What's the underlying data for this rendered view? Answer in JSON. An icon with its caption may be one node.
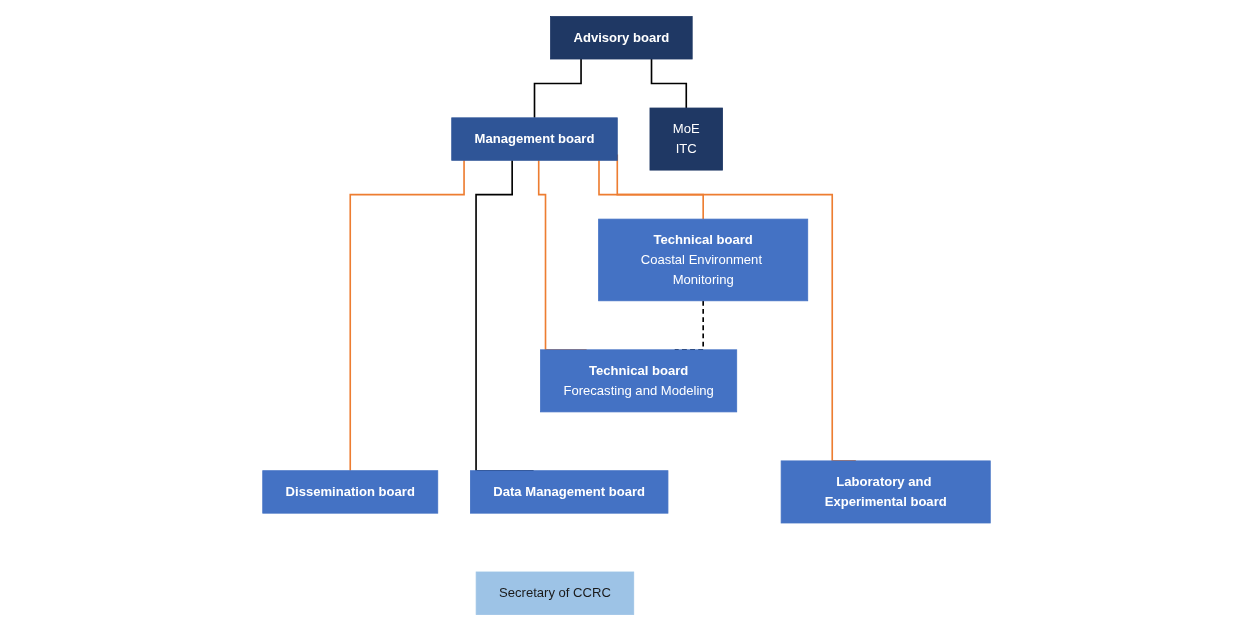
{
  "diagram": {
    "nodes": [
      {
        "text": [
          "Advisory board"
        ]
      },
      {
        "text": [
          "MoE",
          "ITC"
        ]
      },
      {
        "text": [
          "Management board"
        ]
      },
      {
        "text": [
          "Technical board",
          "Coastal Environment Monitoring"
        ]
      },
      {
        "text": [
          "Technical board",
          "Forecasting and Modeling"
        ]
      },
      {
        "text": [
          "Dissemination board"
        ]
      },
      {
        "text": [
          "Data Management board"
        ]
      },
      {
        "text": [
          "Laboratory and Experimental board"
        ]
      },
      {
        "text": [
          "Secretary of CCRC"
        ]
      }
    ],
    "edges": [
      {
        "from": 0,
        "to": 1,
        "arrow": "none"
      },
      {
        "from": 0,
        "to": 2,
        "arrow": "none"
      },
      {
        "from": 2,
        "to": 3,
        "arrow": "none",
        "color": "#ed7d31"
      },
      {
        "from": 2,
        "to": 4,
        "arrow": "none",
        "color": "#ed7d31"
      },
      {
        "from": 3,
        "to": 4,
        "arrow": "none",
        "style": "dashed"
      },
      {
        "from": 2,
        "to": 5,
        "arrow": "none",
        "color": "#ed7d31"
      },
      {
        "from": 2,
        "to": 6,
        "arrow": "none"
      },
      {
        "from": 2,
        "to": 7,
        "arrow": "none",
        "color": "#ed7d31"
      }
    ]
  }
}
